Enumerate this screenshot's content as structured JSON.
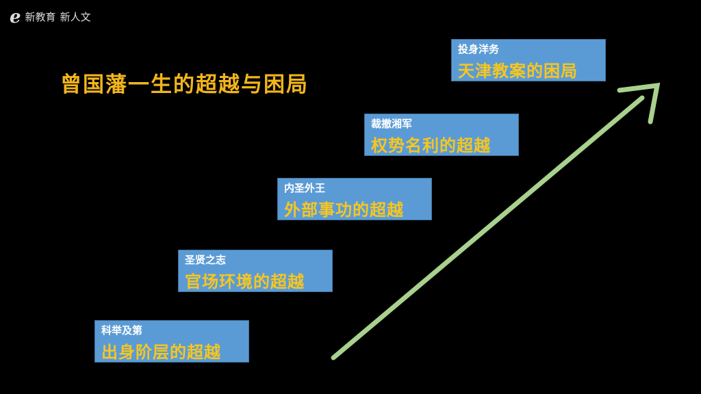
{
  "logo": {
    "mark": "e",
    "text1": "新教育",
    "text2": "新人文"
  },
  "title": "曾国藩一生的超越与困局",
  "steps": [
    {
      "sub": "科举及第",
      "main": "出身阶层的超越"
    },
    {
      "sub": "圣贤之志",
      "main": "官场环境的超越"
    },
    {
      "sub": "内圣外王",
      "main": "外部事功的超越"
    },
    {
      "sub": "裁撤湘军",
      "main": "权势名利的超越"
    },
    {
      "sub": "投身洋务",
      "main": "天津教案的困局"
    }
  ],
  "colors": {
    "box": "#5b9bd5",
    "text": "#f7c61f",
    "arrow": "#a9d18e"
  }
}
